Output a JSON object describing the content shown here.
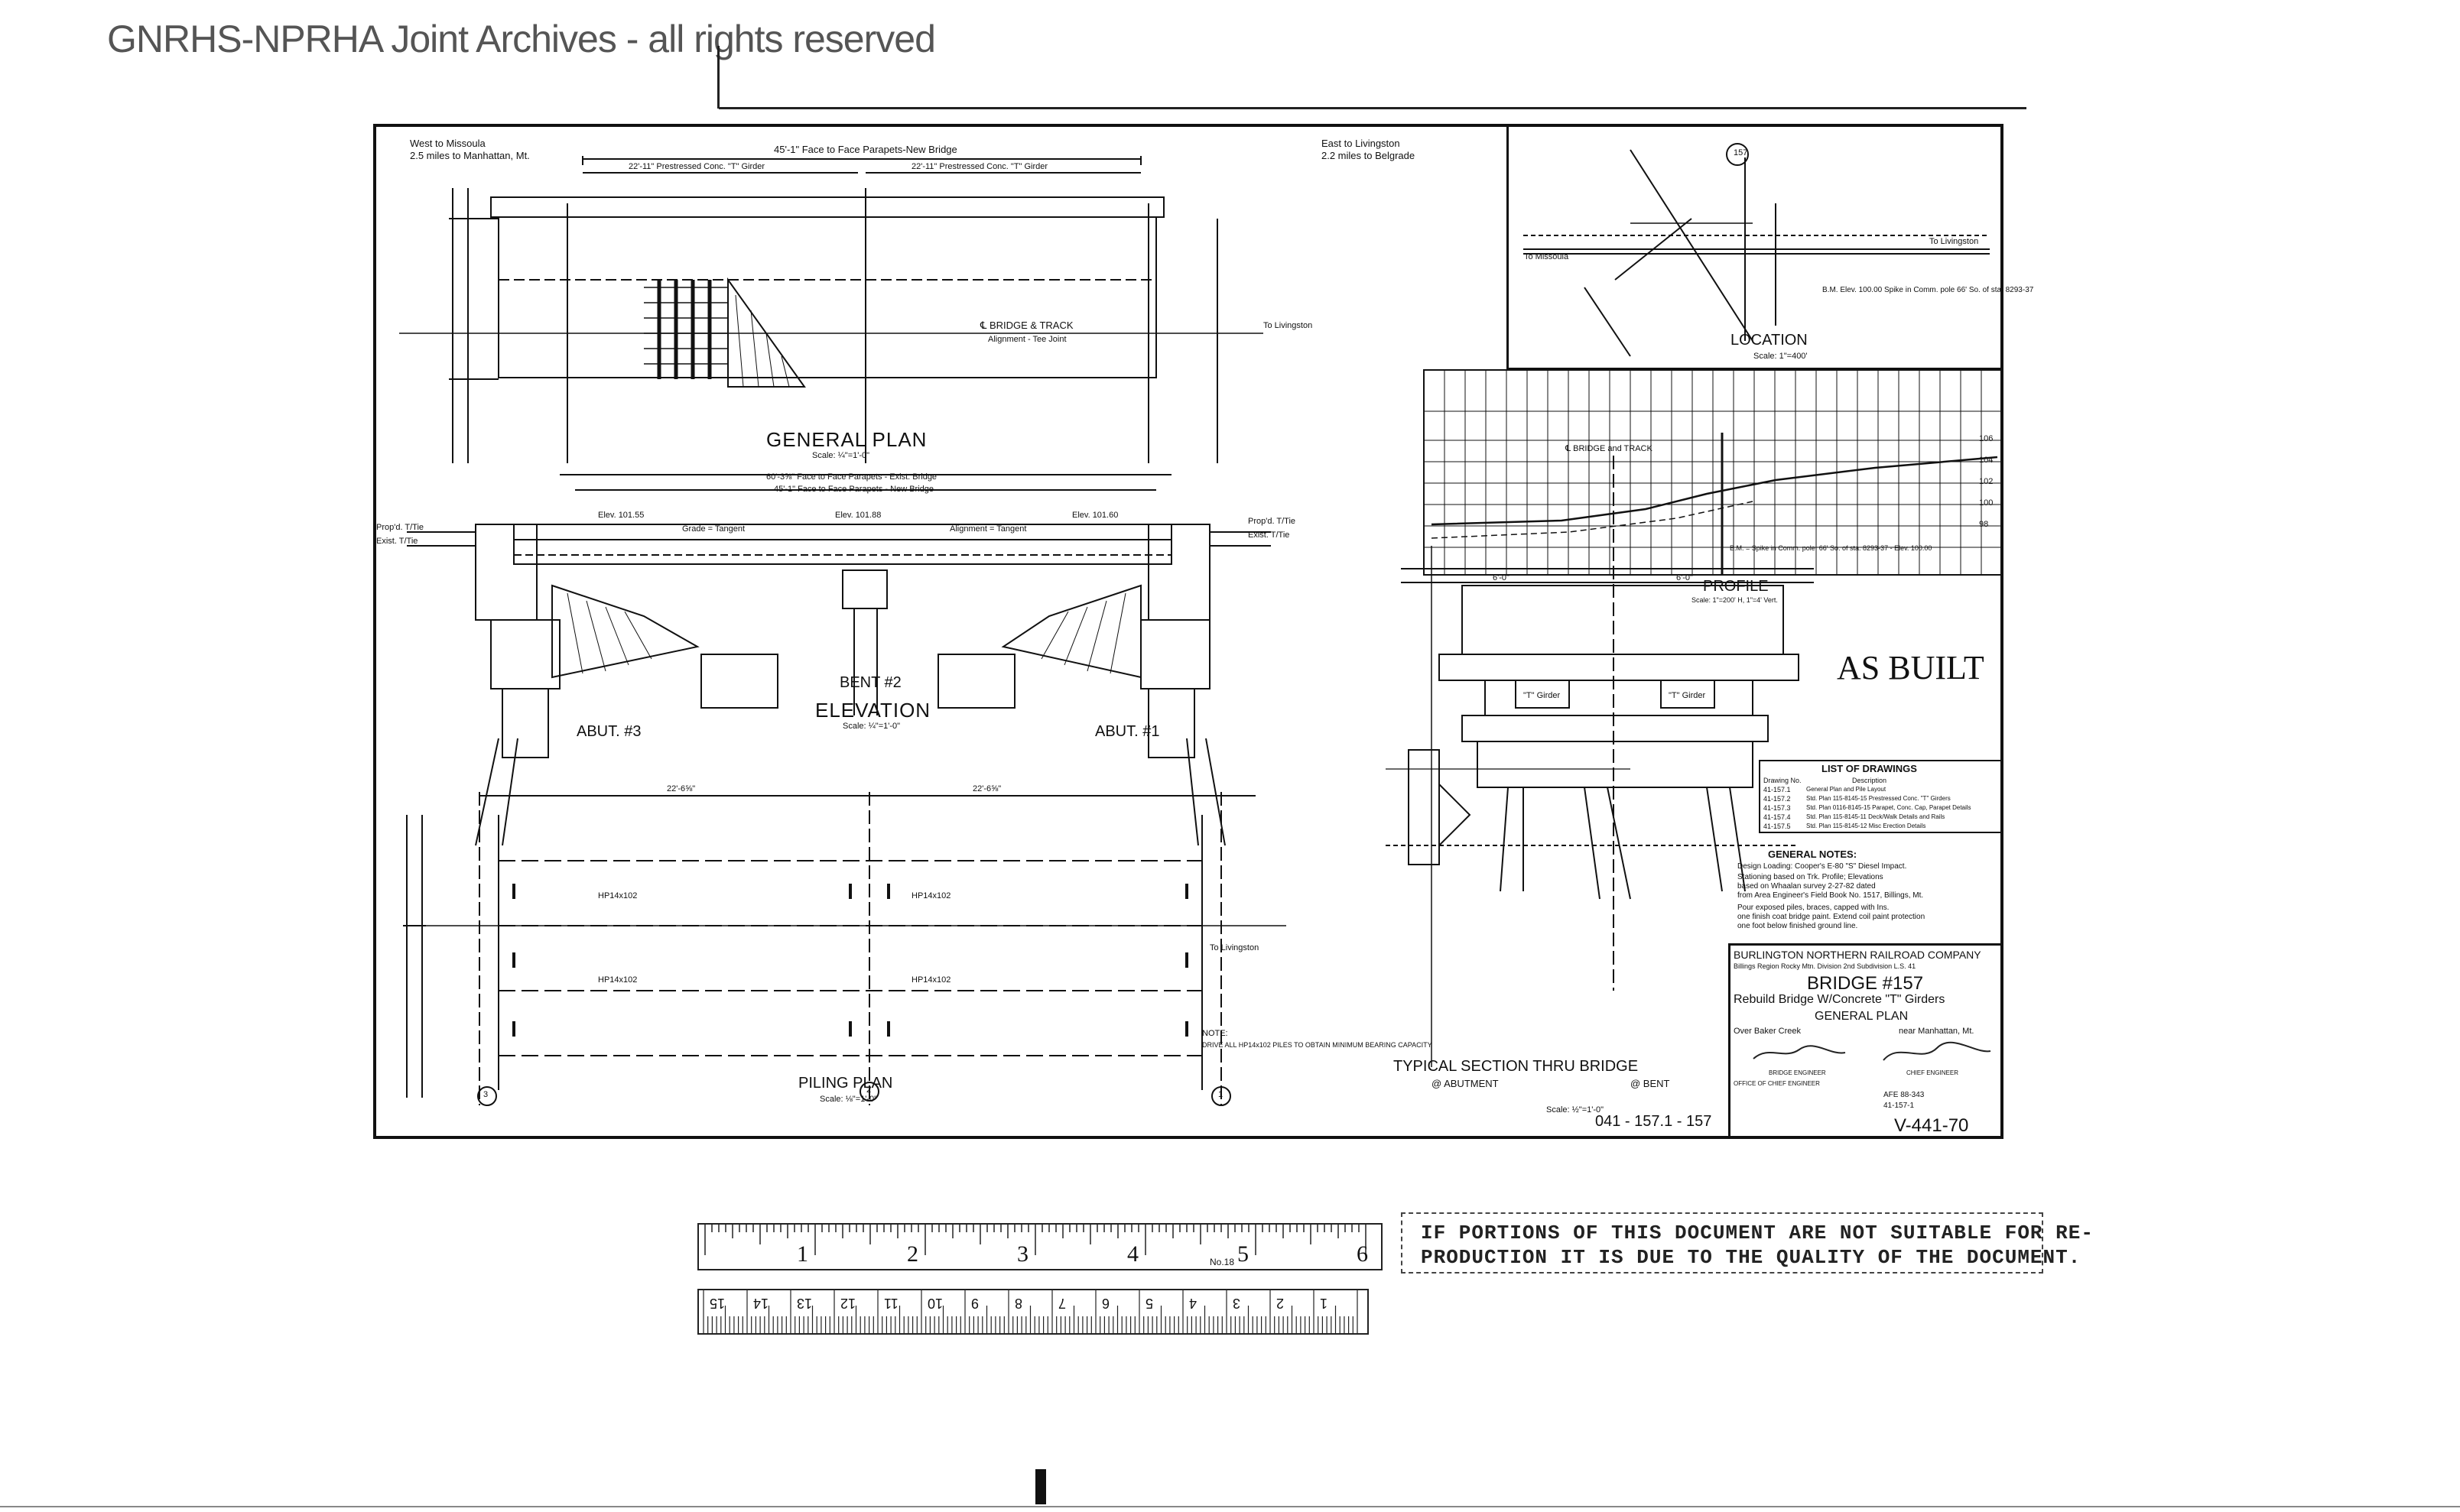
{
  "header": {
    "watermark": "GNRHS-NPRHA Joint Archives - all rights reserved"
  },
  "drawing": {
    "general_plan": {
      "title": "GENERAL PLAN",
      "scale": "Scale: ¼\"=1'-0\"",
      "west_note": "West to Missoula",
      "west_miles": "2.5 miles to Manhattan, Mt.",
      "east_note": "East to Livingston",
      "east_miles": "2.2 miles to Belgrade",
      "face_dim": "45'-1\" Face to Face Parapets-New Bridge",
      "girder_left": "22'-11\" Prestressed Conc. \"T\" Girder",
      "girder_right": "22'-11\" Prestressed Conc. \"T\" Girder",
      "bridge_track": "℄ BRIDGE & TRACK",
      "alignment_joint": "Alignment - Tee Joint",
      "to_livingston": "To Livingston"
    },
    "elevation": {
      "title": "ELEVATION",
      "scale": "Scale: ¼\"=1'-0\"",
      "bent": "BENT #2",
      "abut_left": "ABUT. #3",
      "abut_right": "ABUT. #1",
      "dim_existing": "60'-3⅝\" Face to Face Parapets - Exist. Bridge",
      "dim_new": "45'-1\" Face to Face Parapets - New Bridge",
      "elev_left": "Elev. 101.55",
      "elev_mid": "Elev. 101.88",
      "elev_right": "Elev. 101.60",
      "grade": "Grade = Tangent",
      "alignment": "Alignment = Tangent",
      "propd_left": "Prop'd. T/Tie",
      "exist_left": "Exist. T/Tie",
      "propd_right": "Prop'd. T/Tie",
      "exist_right": "Exist. T/Tie"
    },
    "piling_plan": {
      "title": "PILING PLAN",
      "scale": "Scale: ⅛\"=1'-0\"",
      "hp_label": "HP14x102",
      "dim_left": "22'-6⅝\"",
      "dim_right": "22'-6⅝\"",
      "pile_1": "1",
      "pile_2": "2",
      "pile_3": "3",
      "to_livingston": "To Livingston",
      "note_head": "NOTE:",
      "note_text": "DRIVE ALL HP14x102 PILES TO OBTAIN MINIMUM BEARING CAPACITY"
    },
    "typical_section": {
      "title": "TYPICAL SECTION THRU BRIDGE",
      "at_abutment": "@ ABUTMENT",
      "at_bent": "@ BENT",
      "scale": "Scale: ½\"=1'-0\"",
      "track": "℄ BRIDGE and TRACK",
      "t_girder": "\"T\" Girder",
      "dim_top_left": "6'-0\"",
      "dim_top_right": "6'-0\""
    },
    "location": {
      "title": "LOCATION",
      "scale": "Scale: 1\"=400'",
      "bridge_no": "157",
      "to_missoula": "To Missoula",
      "to_livingston": "To Livingston",
      "bm_note": "B.M. Elev. 100.00 Spike in Comm. pole 66' So. of sta. 8293-37"
    },
    "profile": {
      "title": "PROFILE",
      "scale": "Scale: 1\"=200' H, 1\"=4' Vert.",
      "axis_right": [
        "106",
        "104",
        "102",
        "100",
        "98"
      ],
      "bm_note": "B.M. = Spike in Comm. pole, 66' So. of sta. 8293-37 - Elev. 100.00"
    },
    "as_built": "AS BUILT",
    "drawings_list": {
      "title": "LIST OF DRAWINGS",
      "col_no": "Drawing No.",
      "col_desc": "Description",
      "rows": [
        {
          "no": "41-157.1",
          "desc": "General Plan and Pile Layout"
        },
        {
          "no": "41-157.2",
          "desc": "Std. Plan 115-8145-15 Prestressed Conc. \"T\" Girders"
        },
        {
          "no": "41-157.3",
          "desc": "Std. Plan 0116-8145-15 Parapet, Conc. Cap, Parapet Details"
        },
        {
          "no": "41-157.4",
          "desc": "Std. Plan 115-8145-11 Deck/Walk Details and Rails"
        },
        {
          "no": "41-157.5",
          "desc": "Std. Plan 115-8145-12 Misc Erection Details"
        }
      ]
    },
    "general_notes": {
      "title": "GENERAL NOTES:",
      "lines": [
        "Design Loading: Cooper's E-80 \"S\" Diesel Impact.",
        "Stationing based on Trk. Profile; Elevations",
        "based on Whaalan survey 2-27-82 dated",
        "from Area Engineer's Field Book No. 1517, Billings, Mt.",
        "Pour exposed piles, braces, capped with Ins.",
        "one finish coat bridge paint. Extend coil paint protection",
        "one foot below finished ground line."
      ]
    },
    "title_block": {
      "company": "BURLINGTON NORTHERN RAILROAD COMPANY",
      "region": "Billings Region   Rocky Mtn. Division   2nd Subdivision   L.S. 41",
      "bridge": "BRIDGE #157",
      "description": "Rebuild Bridge W/Concrete \"T\" Girders",
      "sheet_title": "GENERAL PLAN",
      "over": "Over Baker Creek",
      "near": "near Manhattan, Mt.",
      "bridge_engineer": "BRIDGE ENGINEER",
      "chief_engineer": "CHIEF ENGINEER",
      "office": "OFFICE OF CHIEF ENGINEER",
      "afe": "AFE 88-343",
      "drawing_no": "41-157-1",
      "sheet_no": "V-441-70",
      "drawing_id": "041 - 157.1 - 157"
    }
  },
  "ruler": {
    "top_numbers": [
      "1",
      "2",
      "3",
      "4",
      "5",
      "6"
    ],
    "bottom_numbers": [
      "15",
      "14",
      "13",
      "12",
      "11",
      "10",
      "9",
      "8",
      "7",
      "6",
      "5",
      "4",
      "3",
      "2",
      "1"
    ],
    "model": "No.18"
  },
  "notice": {
    "line1": "IF PORTIONS OF THIS DOCUMENT ARE NOT SUITABLE FOR RE-",
    "line2": "PRODUCTION IT IS DUE TO THE QUALITY OF THE DOCUMENT."
  }
}
